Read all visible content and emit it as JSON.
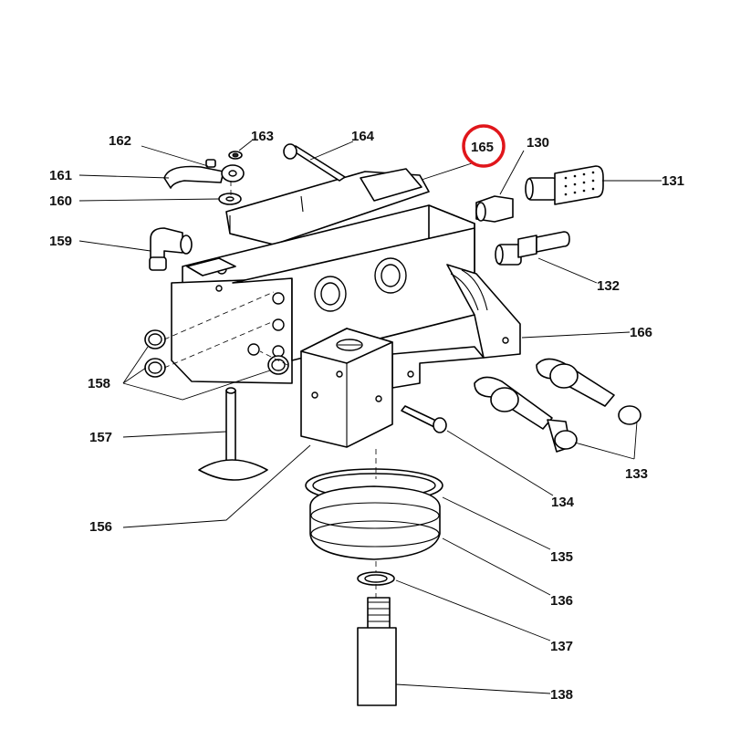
{
  "labels": {
    "l130": "130",
    "l131": "131",
    "l132": "132",
    "l133": "133",
    "l134": "134",
    "l135": "135",
    "l136": "136",
    "l137": "137",
    "l138": "138",
    "l156": "156",
    "l157": "157",
    "l158": "158",
    "l159": "159",
    "l160": "160",
    "l161": "161",
    "l162": "162",
    "l163": "163",
    "l164": "164",
    "l165": "165",
    "l166": "166"
  },
  "highlight": {
    "label": "165",
    "color": "#e0161b"
  }
}
